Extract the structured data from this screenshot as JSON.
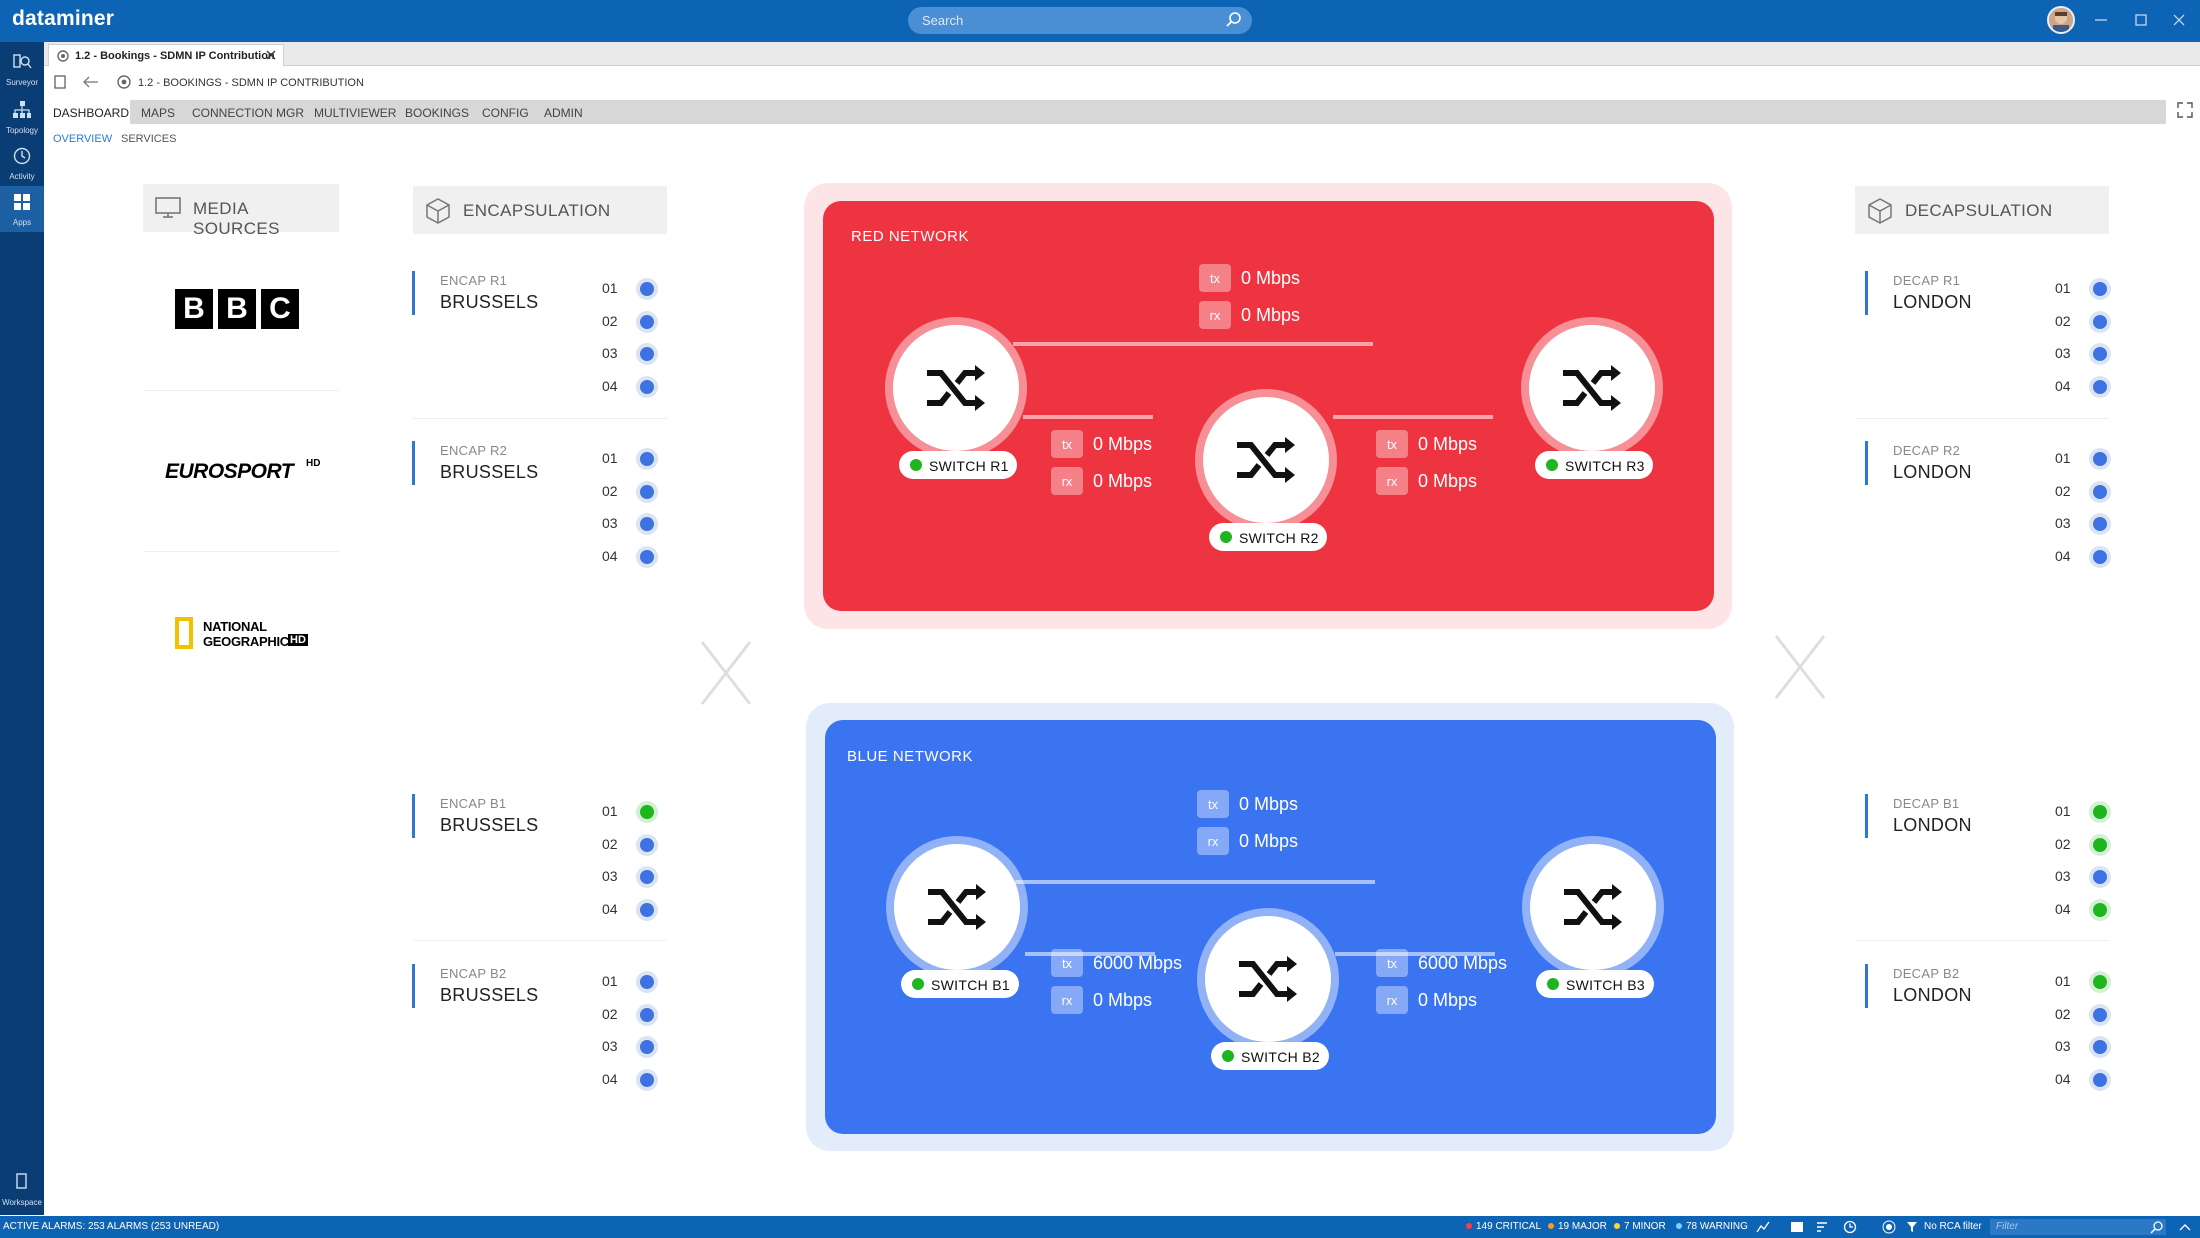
{
  "app": {
    "brand": "dataminer",
    "search_placeholder": "Search"
  },
  "rail": {
    "items": [
      {
        "label": "Surveyor"
      },
      {
        "label": "Topology"
      },
      {
        "label": "Activity"
      },
      {
        "label": "Apps"
      }
    ],
    "bottom_label": "Workspace"
  },
  "tab": {
    "label": "1.2 - Bookings - SDMN IP Contribution"
  },
  "toolbar": {
    "breadcrumb": "1.2 - BOOKINGS - SDMN IP CONTRIBUTION"
  },
  "nav": {
    "items": [
      "DASHBOARD",
      "MAPS",
      "CONNECTION MGR",
      "MULTIVIEWER",
      "BOOKINGS",
      "CONFIG",
      "ADMIN"
    ],
    "sub": [
      "OVERVIEW",
      "SERVICES"
    ]
  },
  "media_sources": {
    "title": "MEDIA SOURCES",
    "logos": {
      "bbc": [
        "B",
        "B",
        "C"
      ],
      "eurosport": "EUROSPORT",
      "eurosport_hd": "HD",
      "natgeo_line1": "NATIONAL",
      "natgeo_line2": "GEOGRAPHIC",
      "natgeo_hd": "HD"
    }
  },
  "encapsulation": {
    "title": "ENCAPSULATION",
    "groups": [
      {
        "name": "ENCAP R1",
        "city": "BRUSSELS",
        "ports": [
          {
            "n": "01",
            "green": false
          },
          {
            "n": "02",
            "green": false
          },
          {
            "n": "03",
            "green": false
          },
          {
            "n": "04",
            "green": false
          }
        ]
      },
      {
        "name": "ENCAP R2",
        "city": "BRUSSELS",
        "ports": [
          {
            "n": "01",
            "green": false
          },
          {
            "n": "02",
            "green": false
          },
          {
            "n": "03",
            "green": false
          },
          {
            "n": "04",
            "green": false
          }
        ]
      },
      {
        "name": "ENCAP B1",
        "city": "BRUSSELS",
        "ports": [
          {
            "n": "01",
            "green": true
          },
          {
            "n": "02",
            "green": false
          },
          {
            "n": "03",
            "green": false
          },
          {
            "n": "04",
            "green": false
          }
        ]
      },
      {
        "name": "ENCAP B2",
        "city": "BRUSSELS",
        "ports": [
          {
            "n": "01",
            "green": false
          },
          {
            "n": "02",
            "green": false
          },
          {
            "n": "03",
            "green": false
          },
          {
            "n": "04",
            "green": false
          }
        ]
      }
    ]
  },
  "decapsulation": {
    "title": "DECAPSULATION",
    "groups": [
      {
        "name": "DECAP R1",
        "city": "LONDON",
        "ports": [
          {
            "n": "01",
            "green": false
          },
          {
            "n": "02",
            "green": false
          },
          {
            "n": "03",
            "green": false
          },
          {
            "n": "04",
            "green": false
          }
        ]
      },
      {
        "name": "DECAP R2",
        "city": "LONDON",
        "ports": [
          {
            "n": "01",
            "green": false
          },
          {
            "n": "02",
            "green": false
          },
          {
            "n": "03",
            "green": false
          },
          {
            "n": "04",
            "green": false
          }
        ]
      },
      {
        "name": "DECAP B1",
        "city": "LONDON",
        "ports": [
          {
            "n": "01",
            "green": true
          },
          {
            "n": "02",
            "green": true
          },
          {
            "n": "03",
            "green": false
          },
          {
            "n": "04",
            "green": true
          }
        ]
      },
      {
        "name": "DECAP B2",
        "city": "LONDON",
        "ports": [
          {
            "n": "01",
            "green": true
          },
          {
            "n": "02",
            "green": false
          },
          {
            "n": "03",
            "green": false
          },
          {
            "n": "04",
            "green": false
          }
        ]
      }
    ]
  },
  "networks": {
    "red": {
      "title": "RED NETWORK",
      "switches": [
        "SWITCH R1",
        "SWITCH R2",
        "SWITCH R3"
      ],
      "top": {
        "tx_label": "tx",
        "tx": "0 Mbps",
        "rx_label": "rx",
        "rx": "0 Mbps"
      },
      "left": {
        "tx_label": "tx",
        "tx": "0 Mbps",
        "rx_label": "rx",
        "rx": "0 Mbps"
      },
      "right": {
        "tx_label": "tx",
        "tx": "0 Mbps",
        "rx_label": "rx",
        "rx": "0 Mbps"
      },
      "colors": {
        "outer": "#fde4e6",
        "inner": "#ee3440"
      }
    },
    "blue": {
      "title": "BLUE NETWORK",
      "switches": [
        "SWITCH B1",
        "SWITCH B2",
        "SWITCH B3"
      ],
      "top": {
        "tx_label": "tx",
        "tx": "0 Mbps",
        "rx_label": "rx",
        "rx": "0 Mbps"
      },
      "left": {
        "tx_label": "tx",
        "tx": "6000 Mbps",
        "rx_label": "rx",
        "rx": "0 Mbps"
      },
      "right": {
        "tx_label": "tx",
        "tx": "6000 Mbps",
        "rx_label": "rx",
        "rx": "0 Mbps"
      },
      "colors": {
        "outer": "#e3ecfb",
        "inner": "#3a74f0"
      }
    }
  },
  "status": {
    "alarms": "ACTIVE ALARMS: 253 ALARMS (253 UNREAD)",
    "critical": "149 CRITICAL",
    "major": "19 MAJOR",
    "minor": "7 MINOR",
    "warning": "78 WARNING",
    "rca": "No RCA filter",
    "filter_placeholder": "Filter",
    "colors": {
      "critical": "#ff3b3b",
      "major": "#ff9a1f",
      "minor": "#ffd43b",
      "warning": "#7fd0ff"
    }
  },
  "icons": [
    "search-icon",
    "surveyor-icon",
    "topology-icon",
    "activity-icon",
    "apps-icon",
    "workspace-icon",
    "close-icon",
    "back-icon",
    "monitor-icon",
    "box-icon",
    "shuffle-icon",
    "fullscreen-icon",
    "filter-icon"
  ]
}
